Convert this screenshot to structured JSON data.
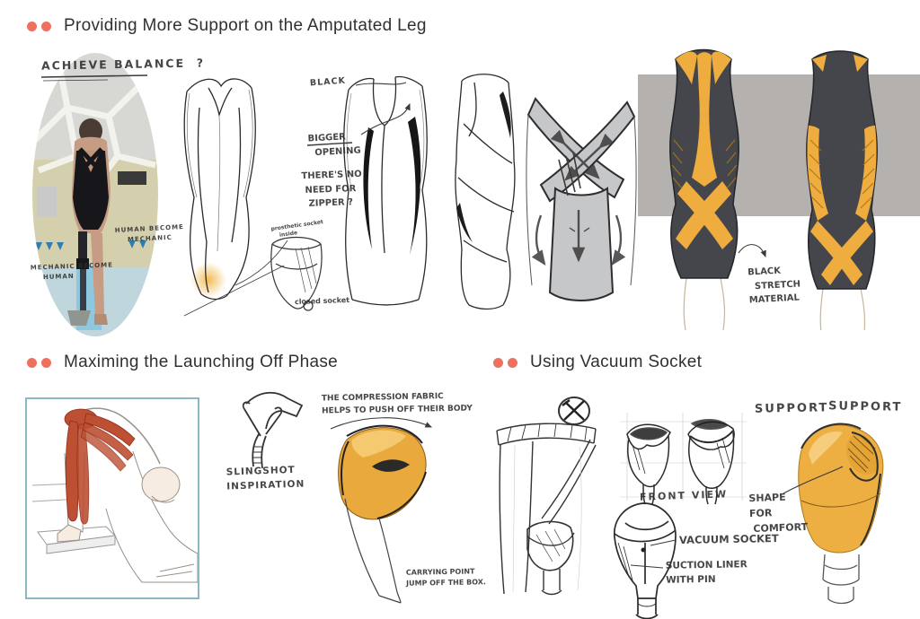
{
  "colors": {
    "accent_dot": "#ee7160",
    "sketch_orange": "#eead3e",
    "suit_dark": "#45464b",
    "gray_band": "#b4b1ae",
    "muscle_red": "#bd4f33",
    "frame_blue": "#8cb8c6"
  },
  "sections": {
    "support": {
      "title": "Providing More Support on the Amputated Leg",
      "notes": {
        "achieve_balance": "ACHIEVE BALANCE  ?",
        "human_become": "HUMAN BECOME\n    MECHANIC",
        "mechanic_become": "MECHANIC BECOME\n    HUMAN",
        "black": "BLACK",
        "bigger_opening": "BIGGER\n  OPENING",
        "no_zipper": "THERE'S NO\n NEED FOR\n  ZIPPER ?",
        "socket_inside": "prosthetic socket\n    inside",
        "closed_socket": "closed socket",
        "black_stretch": "BLACK\n  STRETCH\nMATERIAL"
      }
    },
    "launch": {
      "title": "Maximing the Launching Off Phase",
      "notes": {
        "slingshot": "SLINGSHOT\nINSPIRATION",
        "compression": "THE COMPRESSION FABRIC\nHELPS TO PUSH OFF THEIR BODY",
        "jump": "CARRYING POINT\nJUMP OFF THE BOX."
      }
    },
    "vacuum": {
      "title": "Using Vacuum Socket",
      "notes": {
        "front_view": "FRONT VIEW",
        "support_left": "SUPPORT",
        "support_right": "SUPPORT",
        "shape_comfort": "SHAPE\nFOR\n COMFORT",
        "vacuum_socket": "VACUUM SOCKET",
        "suction_liner": "SUCTION LINER\nWITH PIN"
      }
    }
  }
}
